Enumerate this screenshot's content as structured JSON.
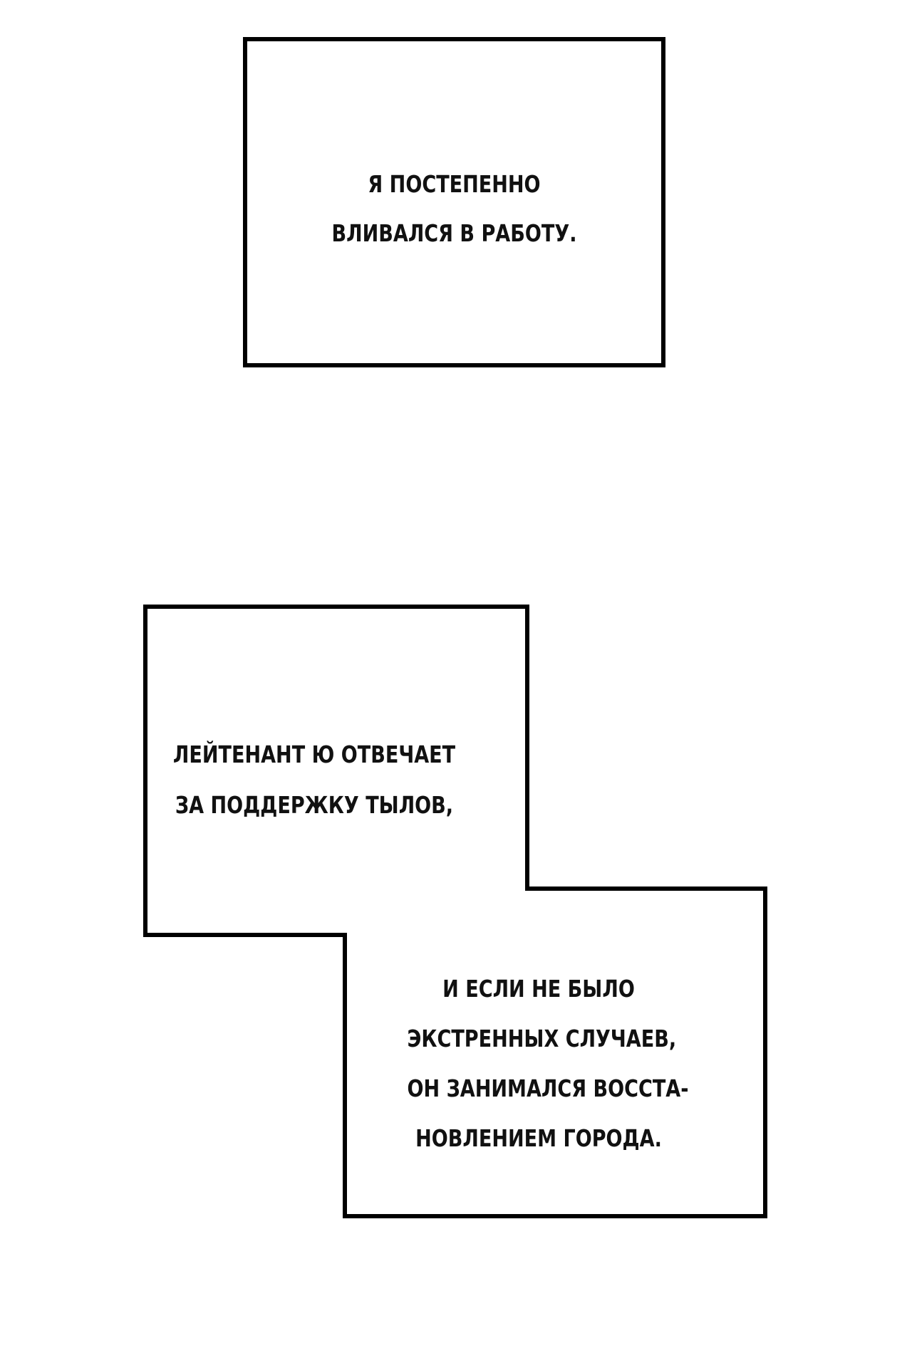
{
  "panels": [
    {
      "lines": [
        "Я постепенно",
        "вливался в работу."
      ]
    },
    {
      "upper_lines": [
        "Лейтенант Ю отвечает",
        "за поддержку тылов,"
      ],
      "lower_lines": [
        "и если не было",
        "экстренных случаев,",
        "он занимался восста-",
        "новлением города."
      ]
    }
  ],
  "colors": {
    "background": "#ffffff",
    "outline": "#000000",
    "text": "#111111"
  }
}
